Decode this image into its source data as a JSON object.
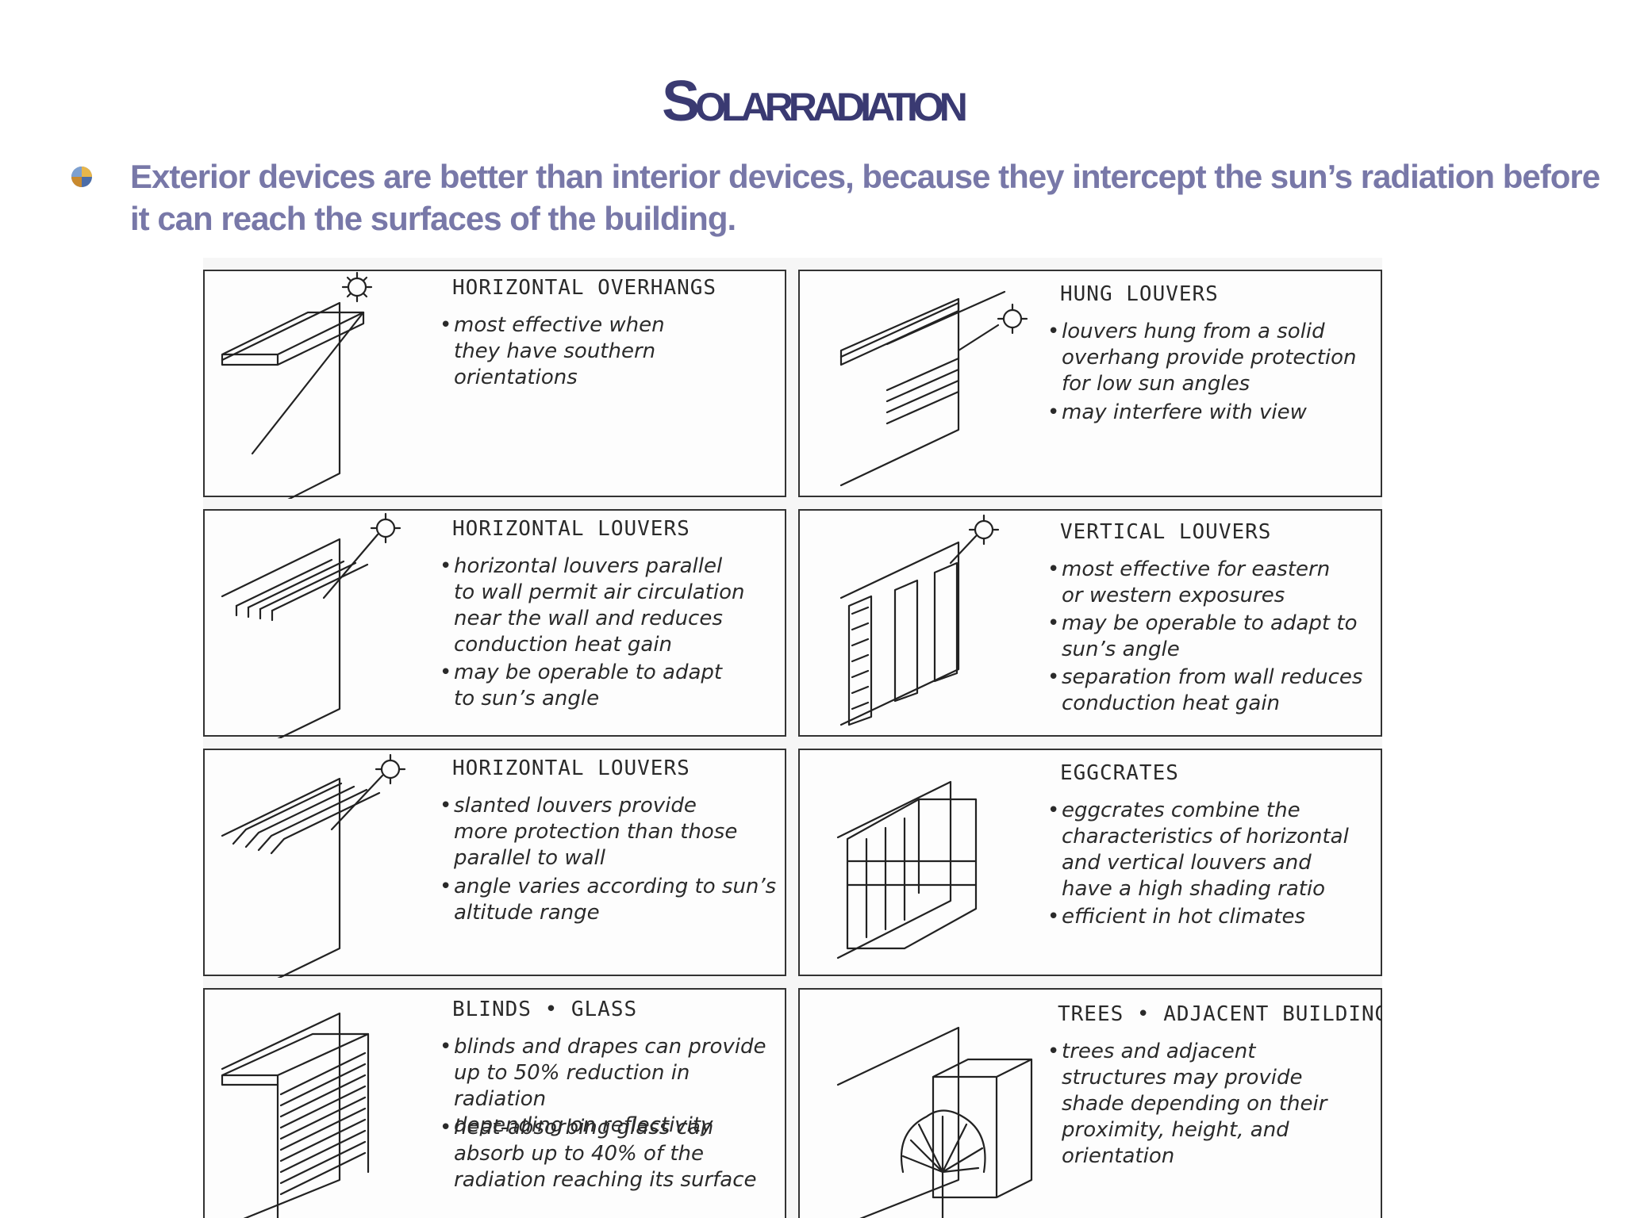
{
  "slide": {
    "title": "Solarradiation",
    "bullet": "Exterior devices are better than interior devices, because they intercept the sun’s radiation before it can reach the surfaces of the building.",
    "bullet_icon": "pie-bullet-icon"
  },
  "panels": [
    {
      "title": "HORIZONTAL OVERHANGS",
      "items": [
        "most effective when\nthey have southern\norientations"
      ]
    },
    {
      "title": "HUNG LOUVERS",
      "items": [
        "louvers hung from a solid\noverhang provide protection\nfor low sun angles",
        "may interfere with view"
      ]
    },
    {
      "title": "HORIZONTAL LOUVERS",
      "items": [
        "horizontal louvers parallel\nto wall permit air circulation\nnear the wall and reduces\nconduction heat gain",
        "may be operable to adapt\nto sun’s angle"
      ]
    },
    {
      "title": "VERTICAL LOUVERS",
      "items": [
        "most effective for eastern\nor western exposures",
        "may be operable to adapt to\nsun’s angle",
        "separation from wall reduces\nconduction heat gain"
      ]
    },
    {
      "title": "HORIZONTAL LOUVERS",
      "items": [
        "slanted louvers provide\nmore protection than those\nparallel to wall",
        "angle varies according to sun’s\naltitude range"
      ]
    },
    {
      "title": "EGGCRATES",
      "items": [
        "eggcrates combine the\ncharacteristics of horizontal\nand vertical louvers and\nhave a high shading ratio",
        "efficient in hot climates"
      ]
    },
    {
      "title": "BLINDS • GLASS",
      "items": [
        "blinds and drapes can provide\nup to 50% reduction in radiation\ndepending on reflectivity",
        "heat-absorbing glass can\nabsorb up to 40% of the\nradiation reaching its surface"
      ]
    },
    {
      "title": "TREES • ADJACENT BUILDINGS",
      "items": [
        "trees and adjacent\nstructures may provide\nshade depending on their\nproximity, height, and\norientation"
      ]
    }
  ],
  "colors": {
    "title": "#3a3a72",
    "bullet_text": "#7878a8"
  }
}
